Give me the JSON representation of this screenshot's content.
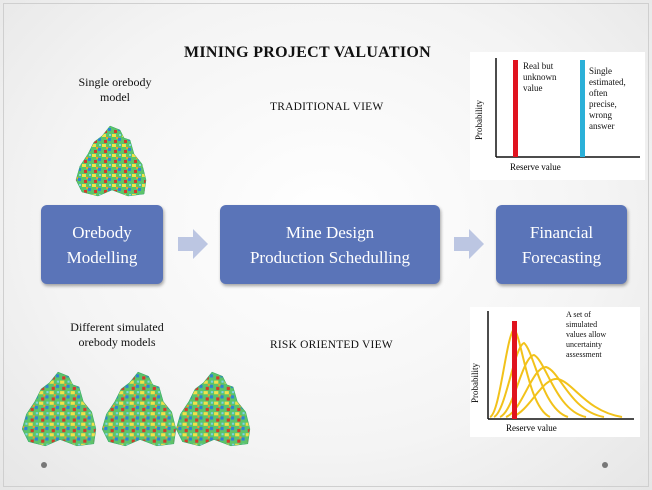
{
  "title": "MINING PROJECT VALUATION",
  "single_model_caption": [
    "Single orebody",
    "model"
  ],
  "multi_model_caption": [
    "Different simulated",
    "orebody models"
  ],
  "traditional_view_label": "TRADITIONAL VIEW",
  "risk_view_label": "RISK ORIENTED VIEW",
  "process_boxes": [
    {
      "lines": [
        "Orebody",
        "Modelling"
      ]
    },
    {
      "lines": [
        "Mine Design",
        "Production Schedulling"
      ]
    },
    {
      "lines": [
        "Financial",
        "Forecasting"
      ]
    }
  ],
  "top_chart": {
    "ylabel": "Probability",
    "xlabel": "Reserve value",
    "real_label": [
      "Real but",
      "unknown",
      "value"
    ],
    "estimate_label": [
      "Single",
      "estimated,",
      "often",
      "precise,",
      "wrong",
      "answer"
    ],
    "real_color": "#e0131f",
    "estimate_color": "#2bb0d8"
  },
  "bottom_chart": {
    "ylabel": "Probability",
    "xlabel": "Reserve value",
    "annotation": [
      "A set of",
      "simulated",
      "values allow",
      "uncertainty",
      "assessment"
    ],
    "curve_color": "#f2c21a",
    "bar_color": "#e0131f"
  },
  "colors": {
    "box_fill": "#5a74b8",
    "arrow_fill": "#bcc6e2"
  }
}
